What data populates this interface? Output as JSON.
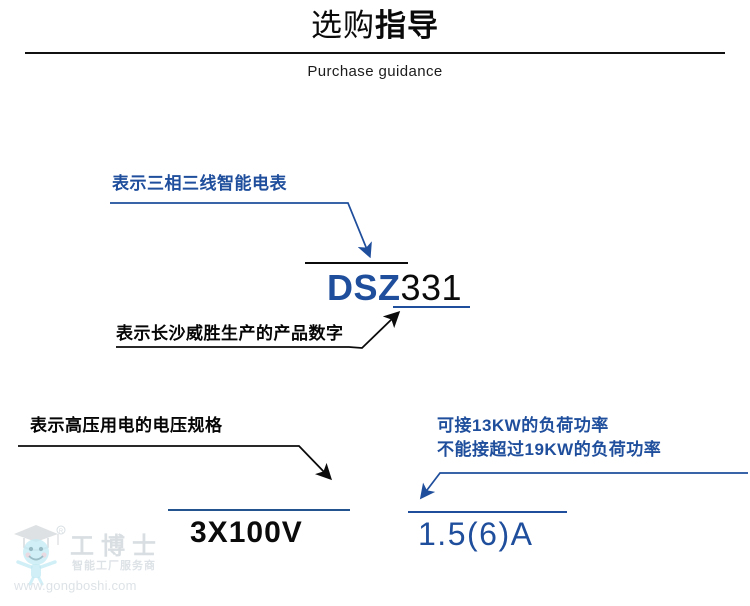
{
  "header": {
    "title_light": "选购",
    "title_bold": "指导",
    "subtitle": "Purchase guidance"
  },
  "colors": {
    "accent_blue": "#1f4e9c",
    "text_black": "#0b0b0b",
    "watermark_gray": "#c2ccd3"
  },
  "annotations": {
    "three_phase": {
      "label": "表示三相三线智能电表",
      "color": "#1f4e9c"
    },
    "changsha": {
      "label": "表示长沙威胜生产的产品数字",
      "color": "#060606"
    },
    "voltage_spec": {
      "label": "表示高压用电的电压规格",
      "color": "#060606"
    },
    "load_power": {
      "line1": "可接13KW的负荷功率",
      "line2": "不能接超过19KW的负荷功率",
      "color": "#1f4e9c"
    }
  },
  "model": {
    "prefix": "DSZ",
    "digits": "331",
    "prefix_color": "#1f4e9c",
    "digits_color": "#0b0b0b"
  },
  "ratings": {
    "voltage": "3X100V",
    "current": "1.5(6)A"
  },
  "watermark": {
    "brand": "工博士",
    "tagline": "智能工厂服务商",
    "url": "www.gongboshi.com"
  }
}
